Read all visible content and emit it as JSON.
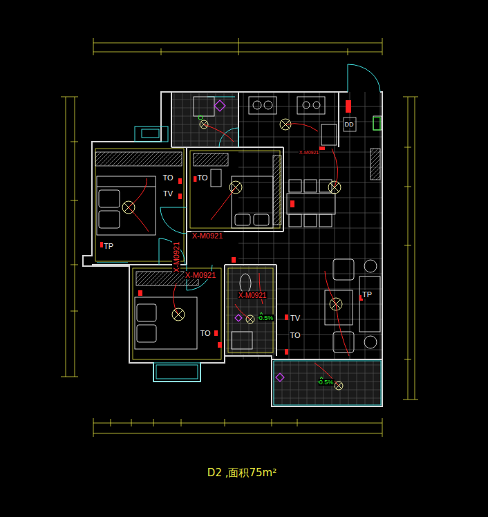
{
  "diagram": {
    "caption": "D2 ,面积75m²",
    "labels": [
      "TO",
      "TV",
      "TO",
      "TP",
      "X-M0921",
      "X-M0921",
      "X-M0921",
      "X-M0921",
      "X-M0921",
      "TO",
      "TP",
      "TV",
      "TO",
      "DD",
      "0.5%",
      "0.5%"
    ]
  }
}
